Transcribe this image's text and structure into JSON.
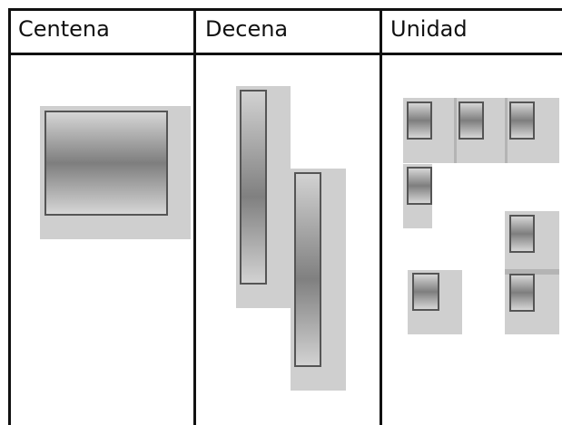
{
  "table": {
    "headers": {
      "centena": "Centena",
      "decena": "Decena",
      "unidad": "Unidad"
    }
  },
  "counts": {
    "centena_blocks": 1,
    "decena_rods": 2,
    "unidad_cubes": 7
  },
  "colors": {
    "border": "#111111",
    "block_outline": "#555555",
    "block_gradient_light": "#d6d6d6",
    "block_gradient_dark": "#7e7e7e",
    "shadow": "#cfcfcf"
  }
}
